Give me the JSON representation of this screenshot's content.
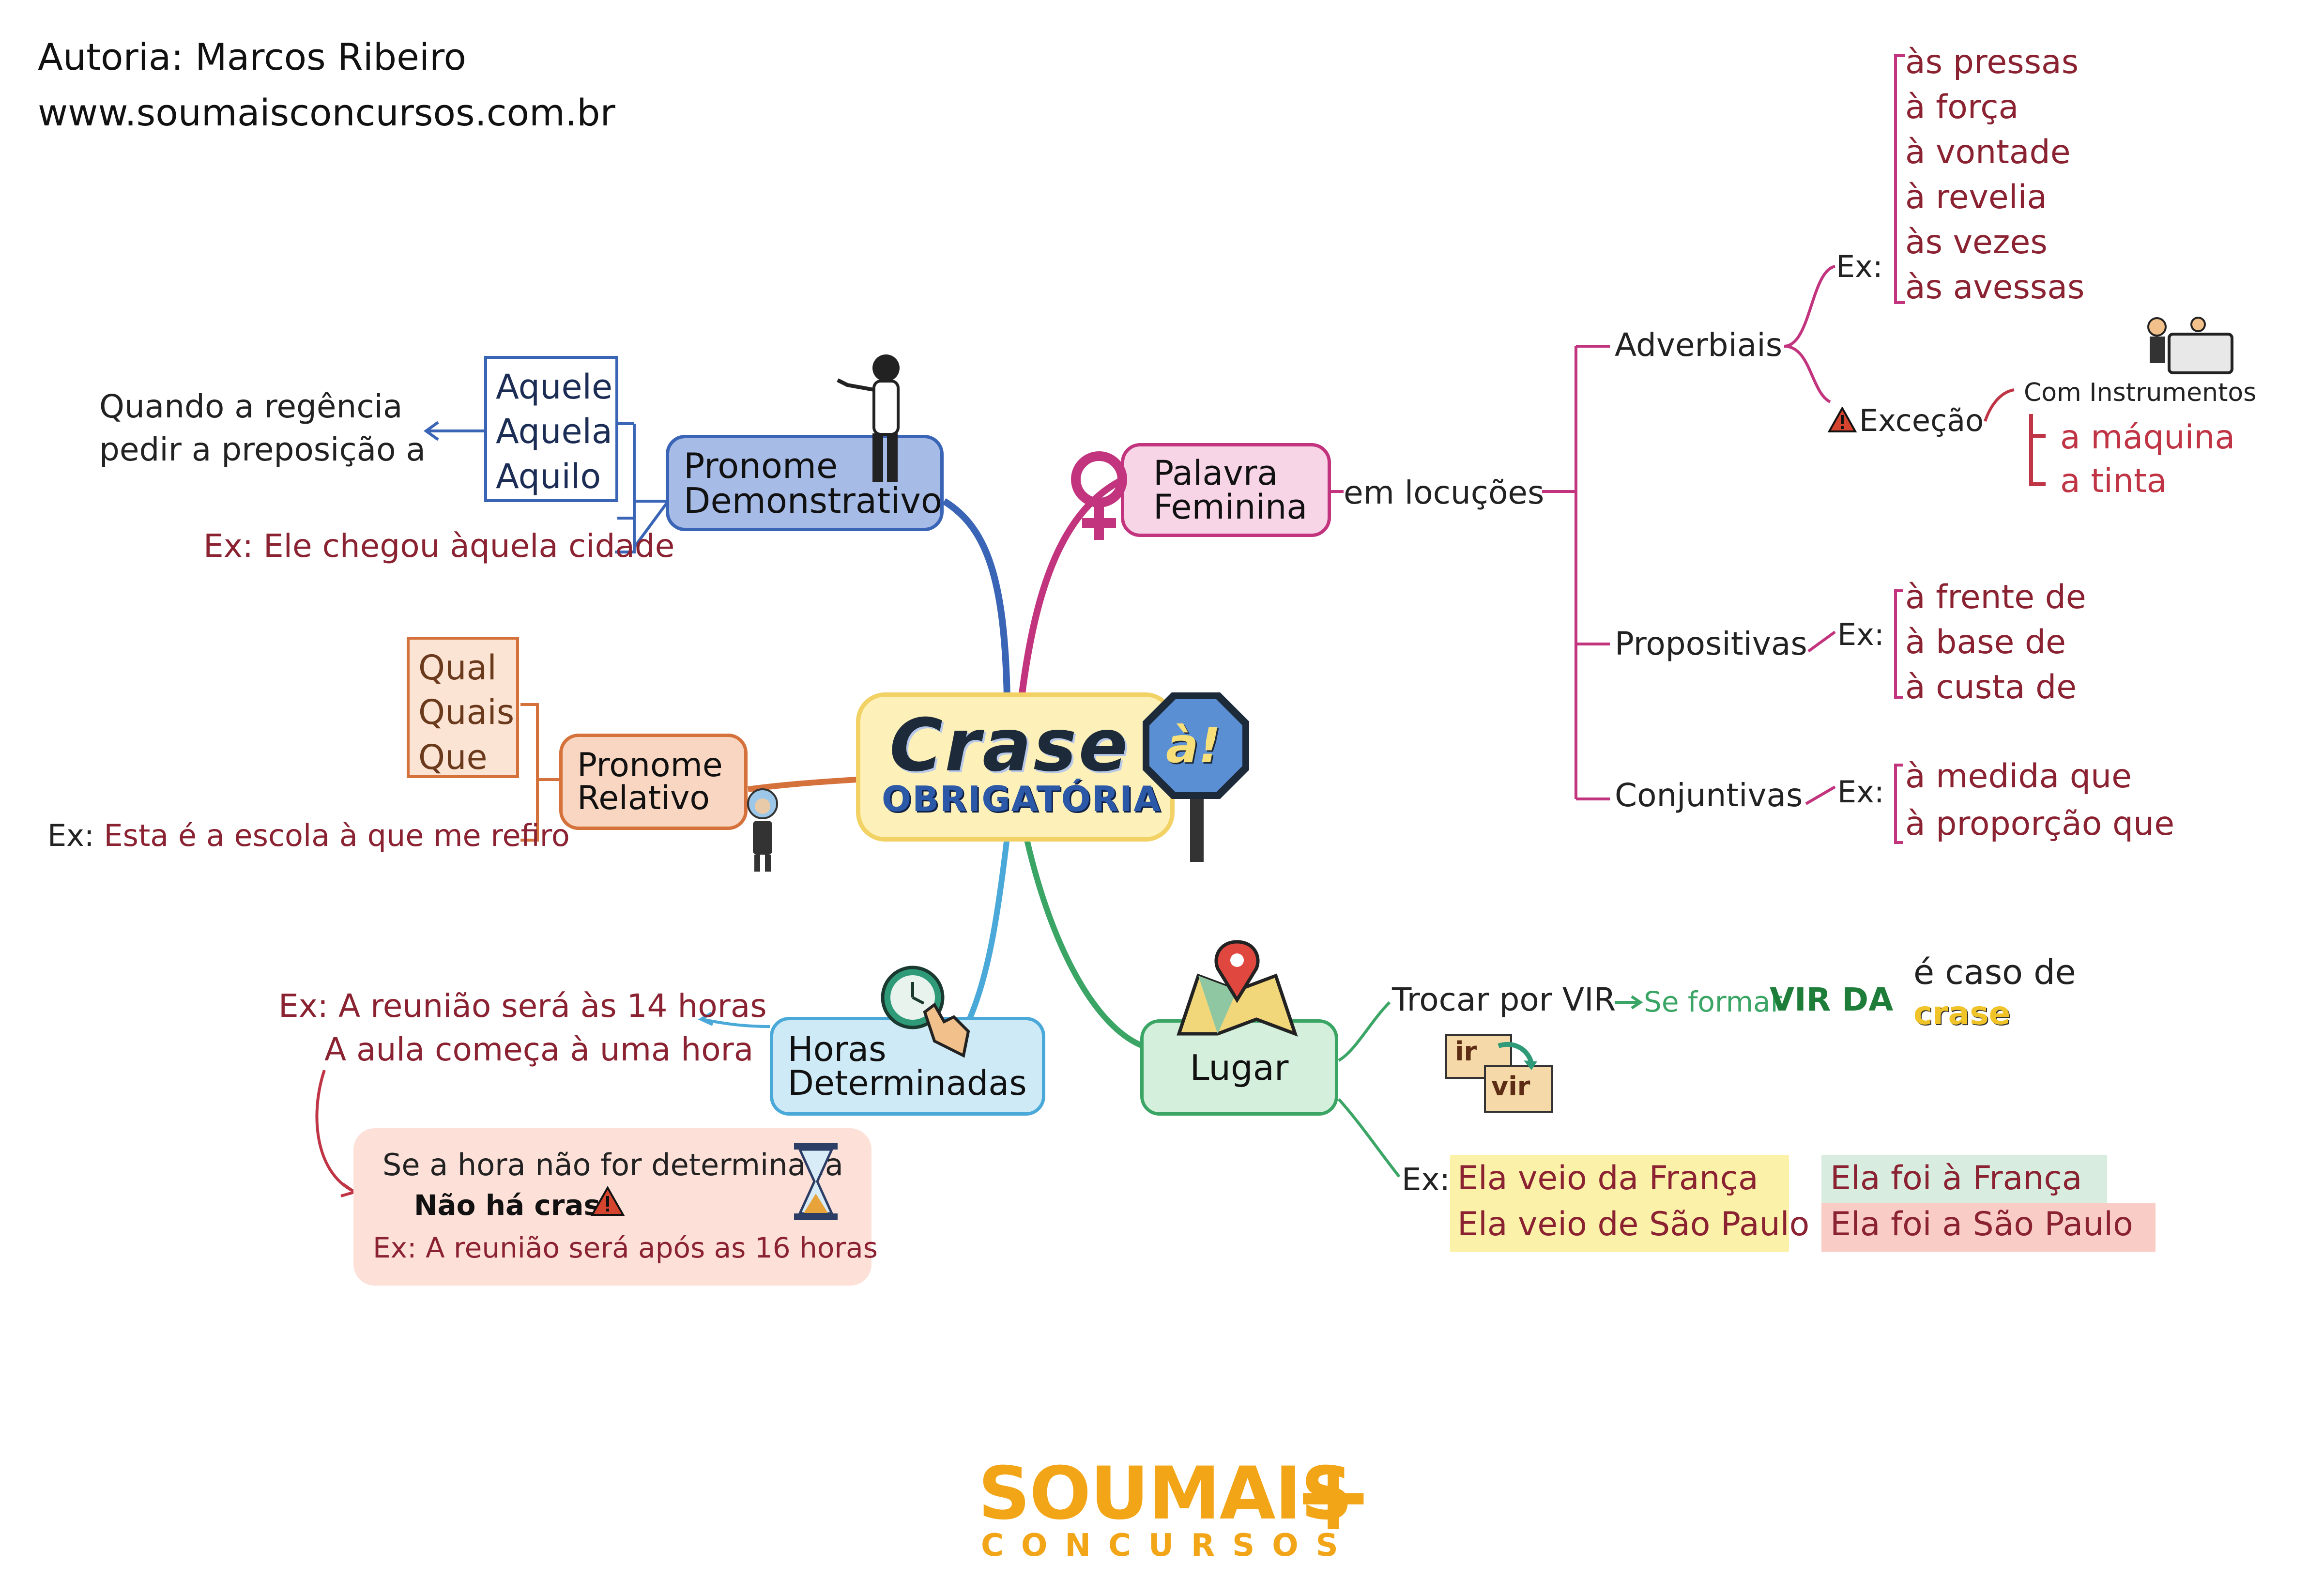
{
  "header": {
    "author": "Autoria: Marcos Ribeiro",
    "website": "www.soumaisconcursos.com.br"
  },
  "center": {
    "title": "Crase",
    "subtitle": "OBRIGATÓRIA",
    "sign": "à!"
  },
  "colors": {
    "blue": "#3a64b5",
    "magenta": "#c2347e",
    "orange": "#d5713b",
    "cyan": "#4aa9d8",
    "green": "#3aa565",
    "accent_red": "#c03545",
    "center_fill": "#fdf0b8",
    "center_border": "#f2d264"
  },
  "branches": {
    "pronome_demonstrativo": {
      "label": "Pronome\nDemonstrativo",
      "words": [
        "Aquele",
        "Aquela",
        "Aquilo"
      ],
      "rule": "Quando a regência\npedir a preposição a",
      "example": "Ex: Ele chegou àquela cidade"
    },
    "pronome_relativo": {
      "label": "Pronome\nRelativo",
      "words": [
        "Qual",
        "Quais",
        "Que"
      ],
      "example_prefix": "Ex:",
      "example": "Esta é a escola à que me refiro"
    },
    "horas": {
      "label": "Horas\nDeterminadas",
      "examples": [
        "Ex: A reunião será às 14 horas",
        "A aula começa à uma hora"
      ],
      "note": "Se a hora não for determinada",
      "no_crase": "Não há crase",
      "note_example": "Ex: A reunião será após as 16 horas"
    },
    "lugar": {
      "label": "Lugar",
      "rule_part1": "Trocar por VIR",
      "rule_part2": "Se formar",
      "rule_part3": "VIR DA",
      "rule_result_1": "é caso de",
      "rule_result_2": "crase",
      "icon_ir": "ir",
      "icon_vir": "vir",
      "example_prefix": "Ex:",
      "examples_left": [
        "Ela veio da França",
        "Ela veio de São Paulo"
      ],
      "examples_right": [
        "Ela foi à França",
        "Ela foi a São Paulo"
      ]
    },
    "palavra_feminina": {
      "label": "Palavra\nFeminina",
      "connector": "em locuções",
      "adverbiais": {
        "label": "Adverbiais",
        "example_prefix": "Ex:",
        "examples": [
          "às pressas",
          "à força",
          "à vontade",
          "à revelia",
          "às vezes",
          "às avessas"
        ],
        "exception": "Exceção",
        "exception_title": "Com Instrumentos",
        "exception_examples": [
          "a máquina",
          "a tinta"
        ]
      },
      "prepositivas": {
        "label": "Propositivas",
        "example_prefix": "Ex:",
        "examples": [
          "à frente de",
          "à base de",
          "à custa de"
        ]
      },
      "conjuntivas": {
        "label": "Conjuntivas",
        "example_prefix": "Ex:",
        "examples": [
          "à medida que",
          "à proporção que"
        ]
      }
    }
  },
  "logo": {
    "line1": "SOUMAIS",
    "plus": "+",
    "line2": "CONCURSOS"
  }
}
